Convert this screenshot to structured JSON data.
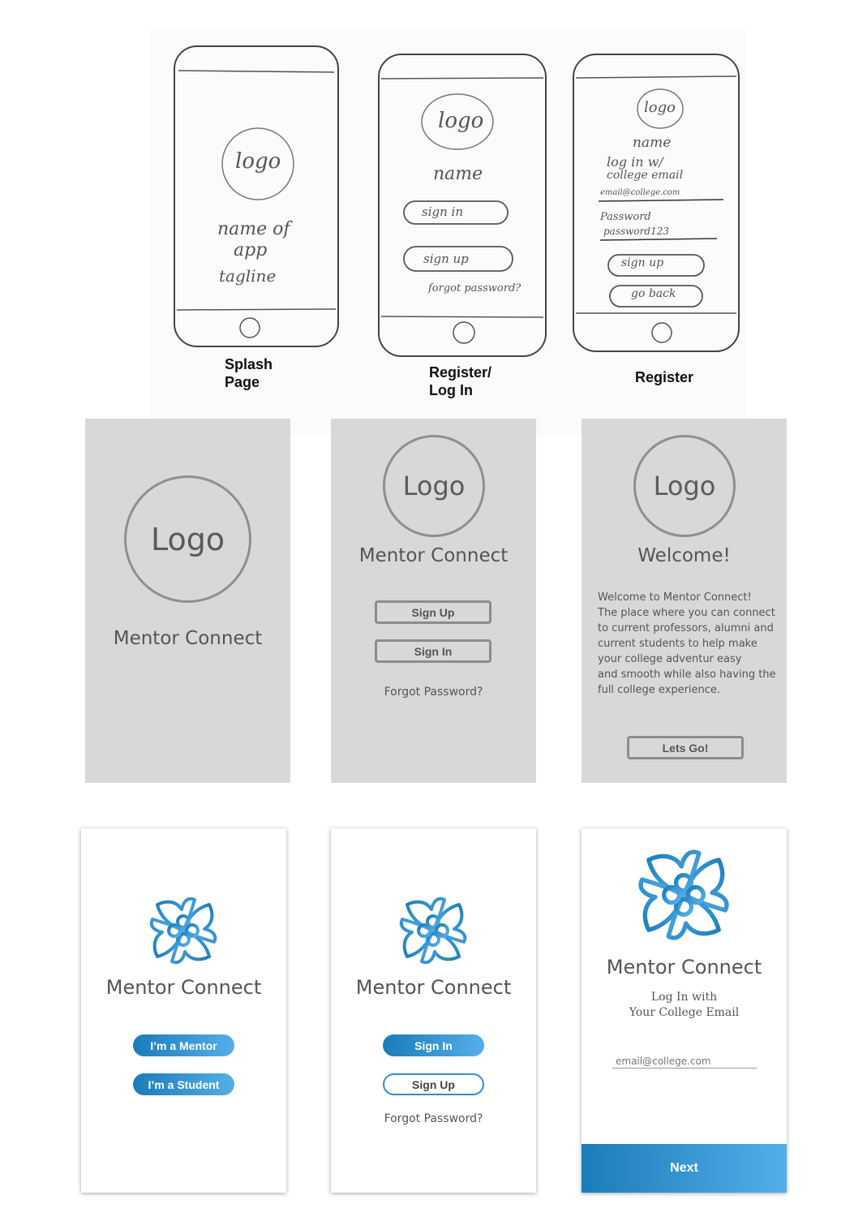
{
  "sketches": {
    "captions": [
      "Splash\nPage",
      "Register/\nLog In",
      "Register"
    ],
    "screen1": {
      "logo": "logo",
      "lines": [
        "name of",
        "app",
        "tagline"
      ]
    },
    "screen2": {
      "logo": "logo",
      "name": "name",
      "btn1": "sign in",
      "btn2": "sign up",
      "forgot": "forgot password?"
    },
    "screen3": {
      "logo": "logo",
      "name": "name",
      "line1": "log in w/",
      "line2": "college email",
      "email": "email@college.com",
      "pw_label": "Password",
      "pw_value": "password123",
      "btn1": "sign up",
      "btn2": "go back"
    }
  },
  "wireframes": {
    "splash": {
      "logo": "Logo",
      "title": "Mentor Connect"
    },
    "login": {
      "logo": "Logo",
      "title": "Mentor Connect",
      "sign_up": "Sign Up",
      "sign_in": "Sign In",
      "forgot": "Forgot Password?"
    },
    "welcome": {
      "logo": "Logo",
      "title": "Welcome!",
      "body": [
        "Welcome to Mentor Connect!",
        "The place where you can connect",
        "to current professors, alumni and",
        "current students to help make",
        "your college adventur easy",
        "and smooth while also having the",
        "full college experience."
      ],
      "button": "Lets Go!"
    }
  },
  "mockups": {
    "choose": {
      "title": "Mentor Connect",
      "mentor": "I’m a Mentor",
      "student": "I’m a Student"
    },
    "login": {
      "title": "Mentor Connect",
      "sign_in": "Sign In",
      "sign_up": "Sign Up",
      "forgot": "Forgot Password?"
    },
    "email": {
      "title": "Mentor Connect",
      "subtitle1": "Log In with",
      "subtitle2": "Your College Email",
      "placeholder": "email@college.com",
      "next": "Next"
    }
  },
  "colors": {
    "accent_dark": "#1a7cba",
    "accent_light": "#55aee9",
    "wire_bg": "#d8d8d8"
  }
}
